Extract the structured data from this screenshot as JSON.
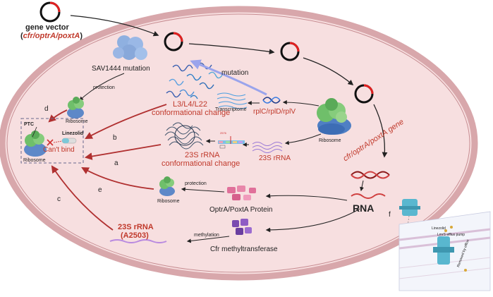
{
  "top_label": {
    "line1": "gene vector",
    "line2_open": "(",
    "line2_genes": "cfr/optrA/poxtA",
    "line2_close": ")"
  },
  "labels": {
    "sav_mutation": "SAV1444 mutation",
    "protection_top": "protection",
    "mutation": "mutation",
    "l3_line1": "L3/L4/L22",
    "l3_line2": "conformational change",
    "transcriptome": "Transcriptome",
    "rplc": "rplC/rplD/rplV",
    "ribosome_d": "Ribosome",
    "ribosome_right": "Ribosome",
    "ptc": "PTC",
    "linezolid": "Linezolid",
    "cant_bind": "Can't bind",
    "ribosome_box": "Ribosome",
    "rrna_line1": "23S rRNA",
    "rrna_line2": "conformational change",
    "rrna_right": "23S rRNA",
    "gene_diag": "cfr/optrA/poxtA gene",
    "rna": "RNA",
    "protection_bottom": "protection",
    "ribosome_e": "Ribosome",
    "optra_protein": "OptrA/PoxtA Protein",
    "a2503_line1": "23S rRNA",
    "a2503_line2": "(A2503)",
    "methylation": "methylation",
    "cfr_methyl": "Cfr methyltransferase",
    "letter_a": "a",
    "letter_b": "b",
    "letter_c": "c",
    "letter_d": "d",
    "letter_e": "e",
    "letter_f": "f",
    "inset_linezolid": "Linezolid",
    "inset_pump": "LmrS efflux pump",
    "inset_removed": "Removed by efflux"
  },
  "colors": {
    "red": "#c0392b",
    "cell_fill": "#f7dfe0",
    "cell_border": "#d9a9ad",
    "mutation_arrow": "#aab2ee"
  }
}
